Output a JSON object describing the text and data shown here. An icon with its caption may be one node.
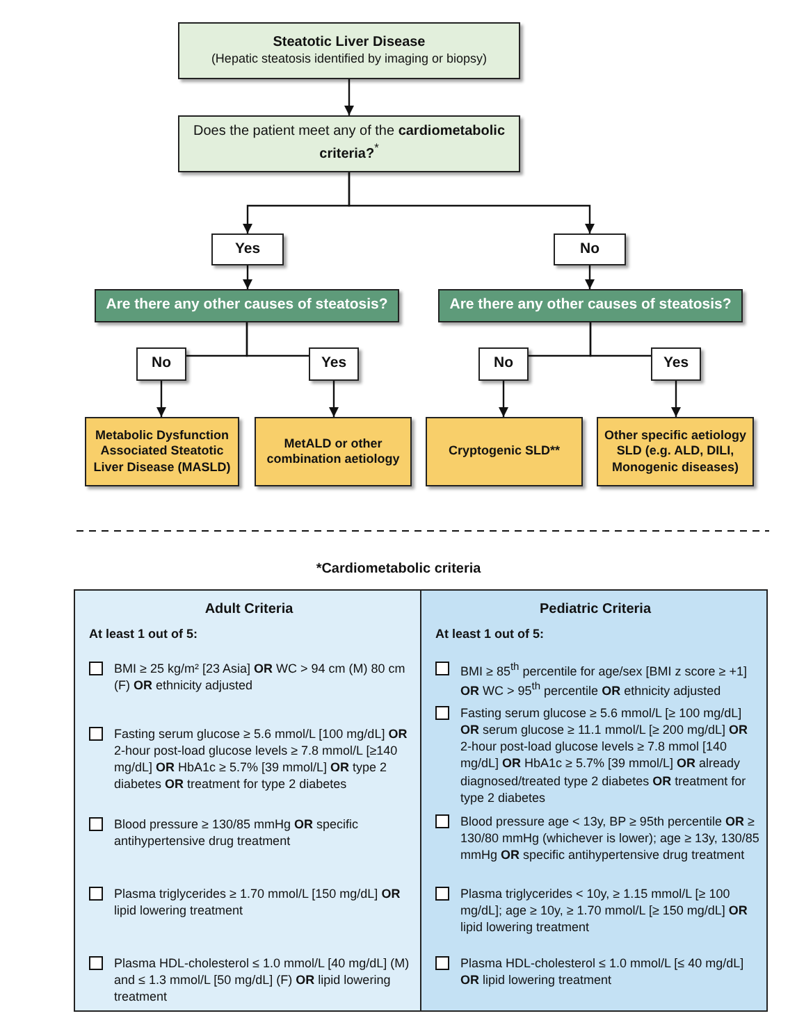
{
  "diagram": {
    "nodes": [
      {
        "text": [
          "Steatotic Liver Disease",
          "(Hepatic steatosis identified by imaging or biopsy)"
        ]
      },
      {
        "text": [
          "Does the patient meet any of the **cardiometabolic criteria?**$^{*}$"
        ]
      },
      {
        "text": [
          "Yes"
        ]
      },
      {
        "text": [
          "No"
        ]
      },
      {
        "text": [
          "Are there any other causes of steatosis?"
        ]
      },
      {
        "text": [
          "Are there any other causes of steatosis?"
        ]
      },
      {
        "text": [
          "No"
        ]
      },
      {
        "text": [
          "Yes"
        ]
      },
      {
        "text": [
          "No"
        ]
      },
      {
        "text": [
          "Yes"
        ]
      },
      {
        "text": [
          "Metabolic Dysfunction Associated Steatotic Liver Disease (MASLD)"
        ]
      },
      {
        "text": [
          "MetALD or other combination aetiology"
        ]
      },
      {
        "text": [
          "Cryptogenic SLD**"
        ]
      },
      {
        "text": [
          "Other specific aetiology SLD (e.g. ALD, DILI, Monogenic diseases)"
        ]
      },
      {
        "text": [
          "Adult Criteria",
          "At least 1 out of 5:",
          "BMI ≥ 25 kg/m² [23 Asia] **OR** WC > 94 cm (M) 80 cm (F) **OR** ethnicity adjusted",
          "Fasting serum glucose ≥ 5.6 mmol/L [100 mg/dL] **OR** 2-hour post-load glucose levels ≥ 7.8 mmol/L [≥140 mg/dL] **OR** HbA1c ≥ 5.7% [39 mmol/L] **OR** type 2 diabetes **OR** treatment for type 2 diabetes",
          "Blood pressure ≥ 130/85 mmHg **OR** specific antihypertensive drug treatment",
          "Plasma triglycerides ≥ 1.70 mmol/L  [150 mg/dL] **OR** lipid lowering treatment",
          "Plasma HDL-cholesterol ≤ 1.0 mmol/L [40 mg/dL] (M) and ≤ 1.3 mmol/L [50 mg/dL] (F) **OR** lipid lowering treatment"
        ]
      },
      {
        "text": [
          "Pediatric Criteria",
          "At least 1 out of 5:",
          "BMI ≥ 85$^{th}$ percentile for age/sex [BMI z score ≥ +1] **OR** WC > 95$^{th}$ percentile **OR** ethnicity adjusted",
          "Fasting serum glucose ≥ 5.6 mmol/L [≥ 100 mg/dL] **OR** serum glucose ≥ 11.1 mmol/L [≥ 200 mg/dL] **OR** 2-hour post-load glucose levels ≥ 7.8 mmol [140 mg/dL] **OR** HbA1c ≥ 5.7% [39 mmol/L] **OR** already diagnosed/treated type 2 diabetes **OR** treatment for type 2 diabetes",
          "Blood pressure age < 13y, BP ≥  95th percentile **OR** ≥ 130/80 mmHg (whichever is lower); age ≥ 13y, 130/85 mmHg **OR** specific antihypertensive drug treatment",
          "Plasma triglycerides < 10y, ≥ 1.15 mmol/L [≥ 100 mg/dL]; age ≥ 10y, ≥ 1.70 mmol/L [≥ 150 mg/dL] **OR** lipid lowering treatment",
          "Plasma HDL-cholesterol ≤ 1.0 mmol/L [≤ 40 mg/dL] **OR** lipid lowering treatment"
        ]
      }
    ],
    "edges": [
      {
        "from": 0,
        "to": 1,
        "arrow": "to"
      },
      {
        "from": 1,
        "to": 2,
        "arrow": "to"
      },
      {
        "from": 1,
        "to": 3,
        "arrow": "to"
      },
      {
        "from": 2,
        "to": 4,
        "arrow": "to"
      },
      {
        "from": 3,
        "to": 5,
        "arrow": "to"
      },
      {
        "from": 4,
        "to": 6,
        "arrow": "to"
      },
      {
        "from": 4,
        "to": 7,
        "arrow": "to"
      },
      {
        "from": 5,
        "to": 8,
        "arrow": "to"
      },
      {
        "from": 5,
        "to": 9,
        "arrow": "to"
      },
      {
        "from": 6,
        "to": 10,
        "arrow": "to"
      },
      {
        "from": 7,
        "to": 11,
        "arrow": "to"
      },
      {
        "from": 8,
        "to": 12,
        "arrow": "to"
      },
      {
        "from": 9,
        "to": 13,
        "arrow": "to"
      }
    ],
    "labels": [
      "*Cardiometabolic criteria"
    ]
  }
}
